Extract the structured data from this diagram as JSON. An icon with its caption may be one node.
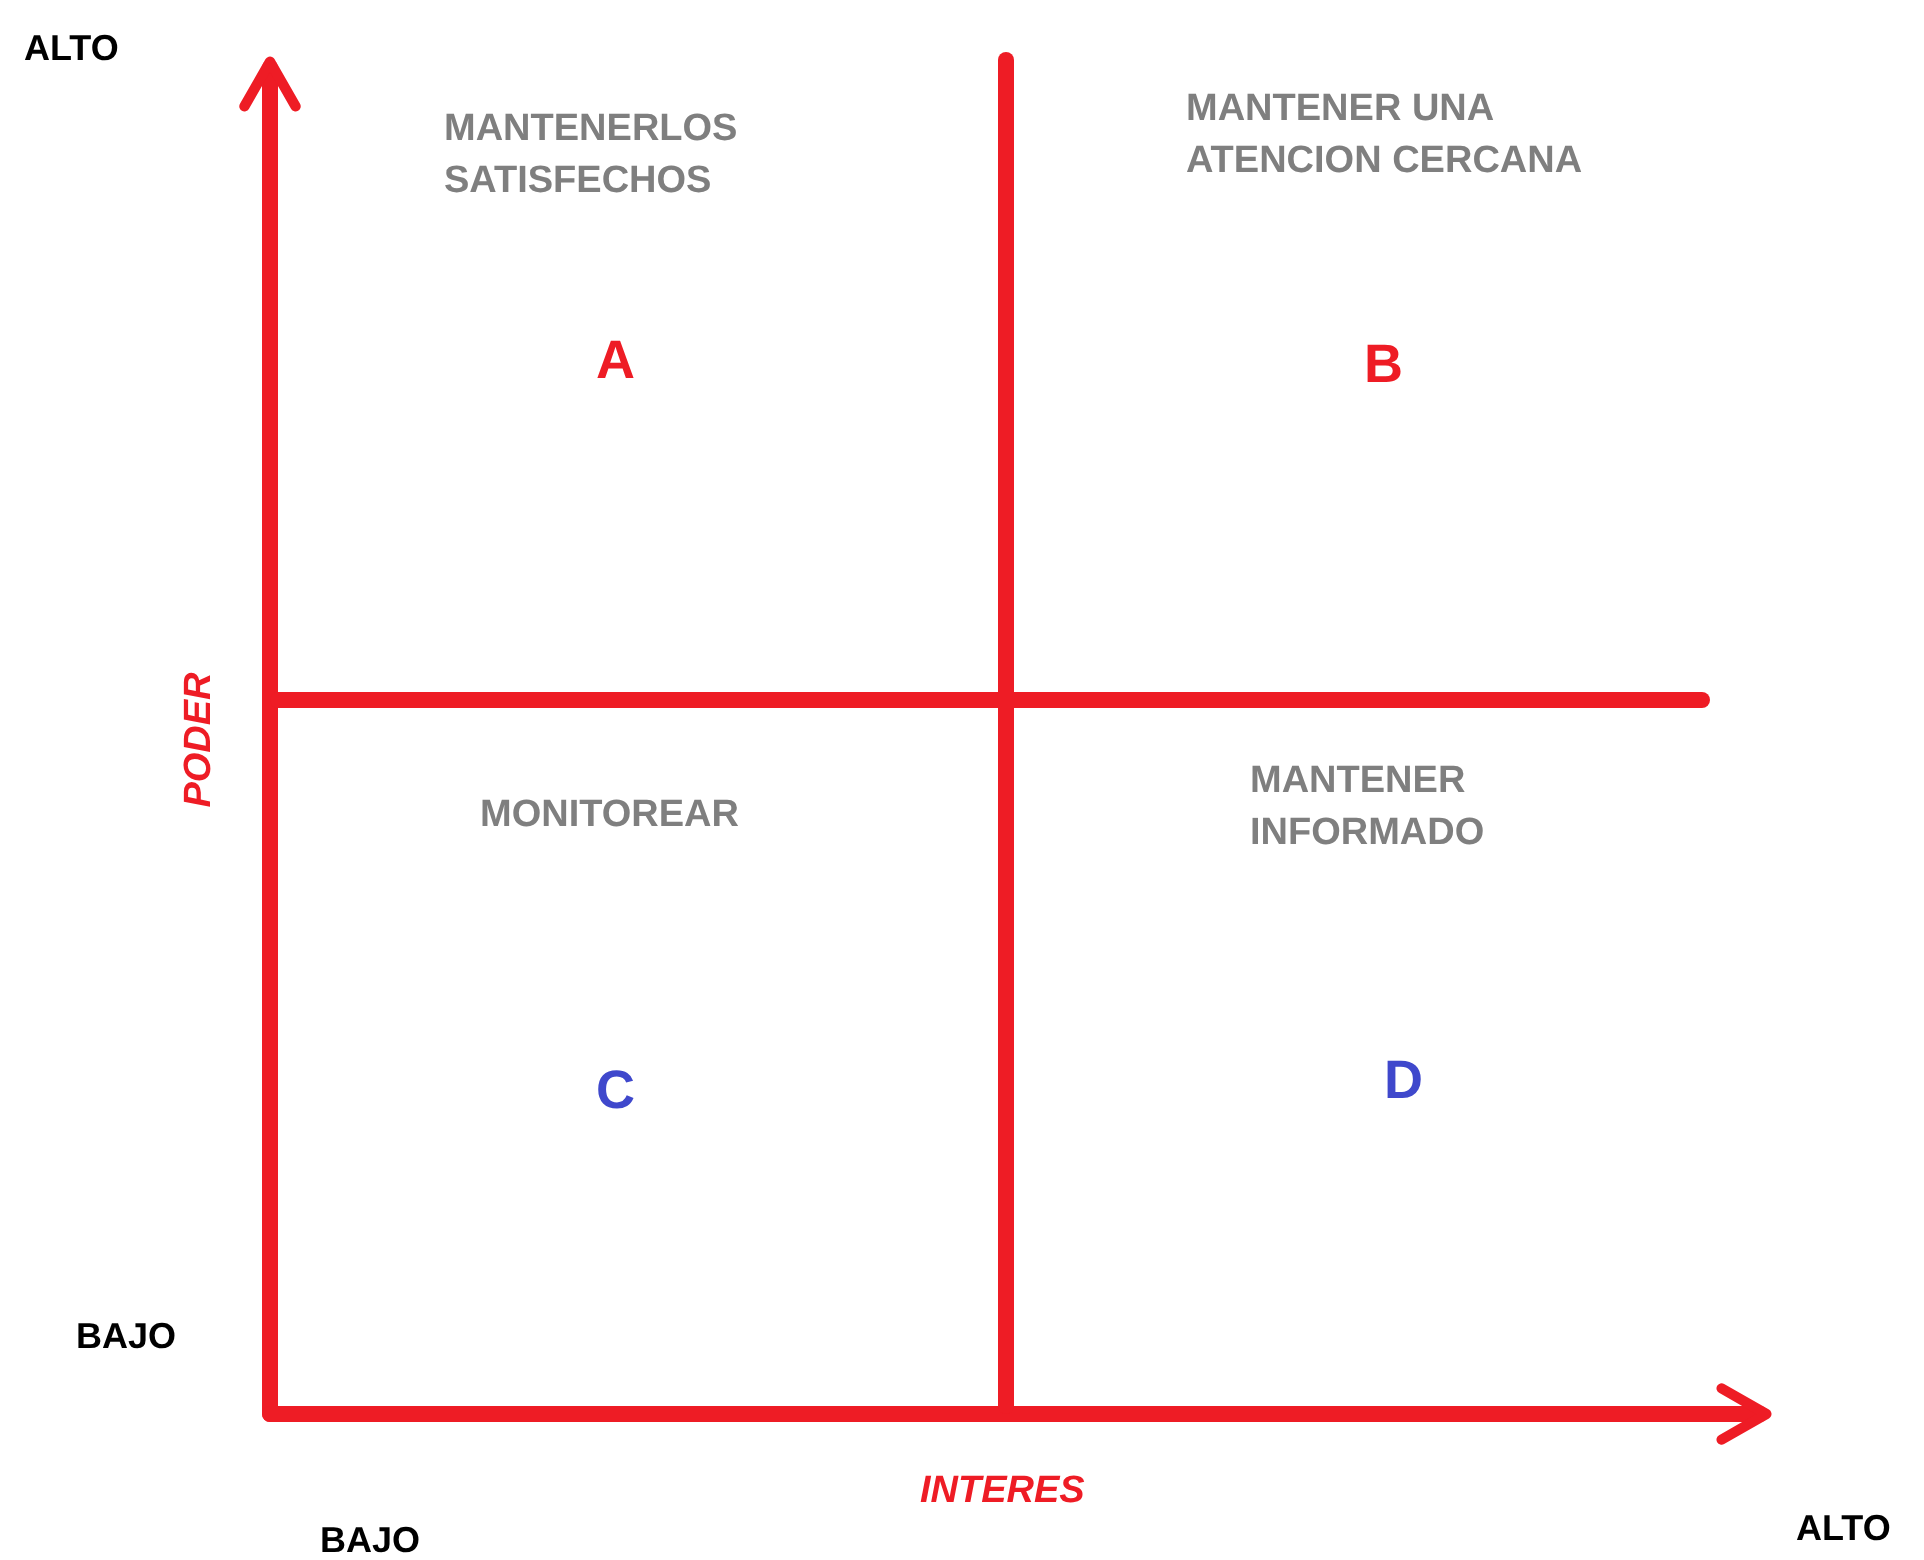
{
  "diagram": {
    "labels": [
      "ALTO",
      "MANTENERLOS SATISFECHOS",
      "MANTENER UNA ATENCION CERCANA",
      "A",
      "B",
      "PODER",
      "MONITOREAR",
      "MANTENER INFORMADO",
      "C",
      "D",
      "BAJO",
      "INTERES",
      "BAJO",
      "ALTO"
    ]
  }
}
